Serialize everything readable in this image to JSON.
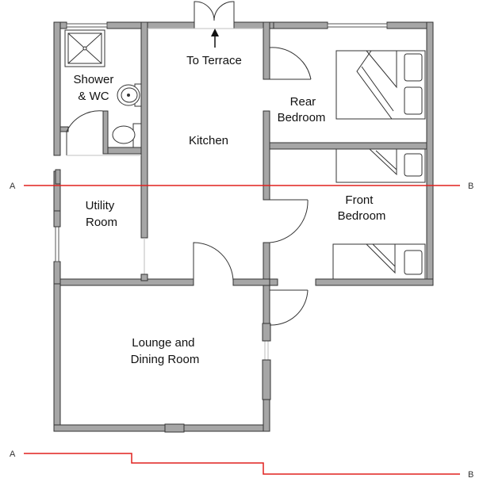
{
  "rooms": {
    "shower_wc": [
      "Shower",
      "& WC"
    ],
    "terrace": [
      "To Terrace"
    ],
    "kitchen": [
      "Kitchen"
    ],
    "rear_bedroom": [
      "Rear",
      "Bedroom"
    ],
    "front_bedroom": [
      "Front",
      "Bedroom"
    ],
    "utility": [
      "Utility",
      "Room"
    ],
    "lounge": [
      "Lounge and",
      "Dining Room"
    ]
  },
  "section_line": {
    "start_label": "A",
    "end_label": "B",
    "color": "#e0201e"
  },
  "wall_color": "#a6a6a6",
  "outline_color": "#333333",
  "icons": [
    "shower-tray-icon",
    "washbasin-icon",
    "toilet-icon",
    "bed-icon",
    "door-swing-icon",
    "window-icon",
    "up-arrow-icon"
  ]
}
